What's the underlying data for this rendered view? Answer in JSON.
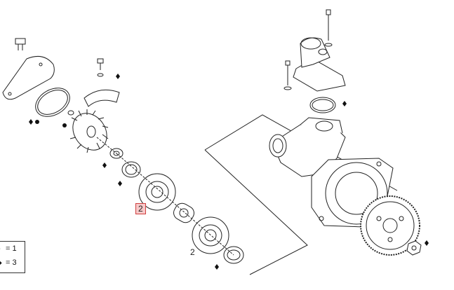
{
  "callouts": {
    "highlighted_part": "2",
    "lower_part": "2"
  },
  "legend": {
    "rows": [
      {
        "symbol": "●",
        "text": "= 1"
      },
      {
        "symbol": "◆",
        "text": "= 3"
      }
    ]
  },
  "colors": {
    "line": "#222222",
    "highlight_fill": "#f7c9c9",
    "highlight_border": "#d04040"
  }
}
